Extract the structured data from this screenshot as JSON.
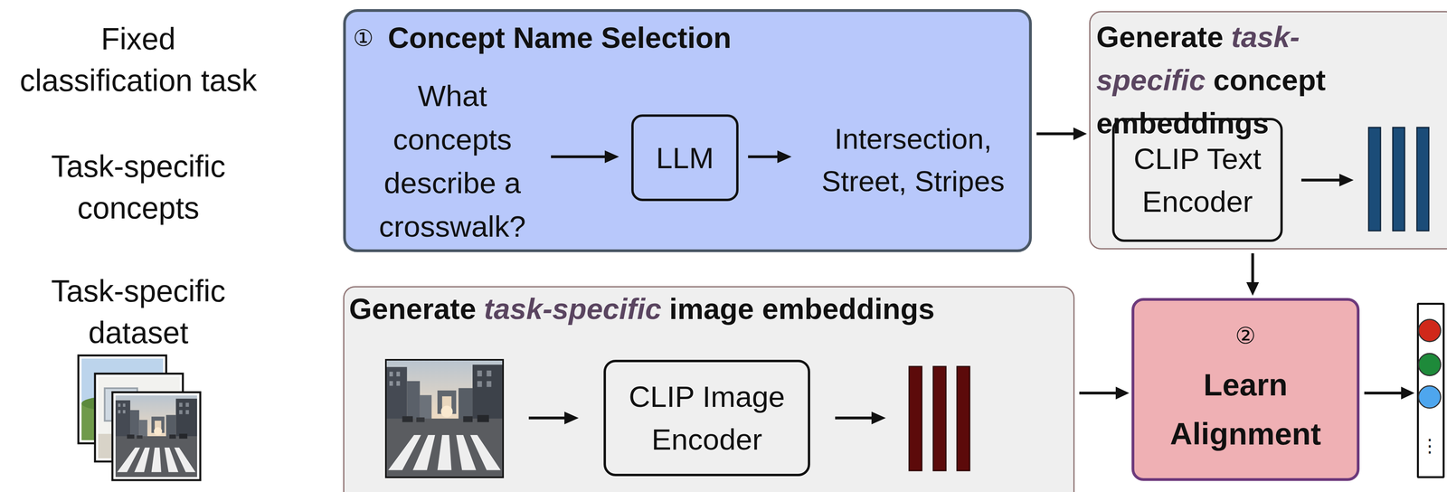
{
  "diagram": {
    "nodes": [
      {
        "text": [
          "①",
          "Concept Name Selection",
          "What concepts describe a crosswalk?",
          "Intersection, Street, Stripes"
        ]
      },
      {
        "text": [
          "LLM"
        ],
        "in": 0
      },
      {
        "text": [
          "Generate",
          "task-specific",
          "concept embeddings"
        ]
      },
      {
        "text": [
          "CLIP Text Encoder"
        ],
        "in": 2
      },
      {
        "text": [
          "Generate",
          "task-specific",
          "image embeddings"
        ]
      },
      {
        "text": [
          "CLIP Image Encoder"
        ],
        "in": 4
      },
      {
        "text": [
          "②",
          "Learn Alignment"
        ]
      },
      {
        "text": [
          "⋮"
        ]
      }
    ],
    "edges": [
      {
        "from": 0,
        "to": 2,
        "arrow": "to"
      },
      {
        "from": 2,
        "to": 6,
        "arrow": "to"
      },
      {
        "from": 4,
        "to": 6,
        "arrow": "to"
      },
      {
        "from": 6,
        "to": 7,
        "arrow": "to"
      }
    ],
    "labels": [
      "Fixed classification task",
      "Task-specific concepts",
      "Task-specific dataset"
    ]
  }
}
